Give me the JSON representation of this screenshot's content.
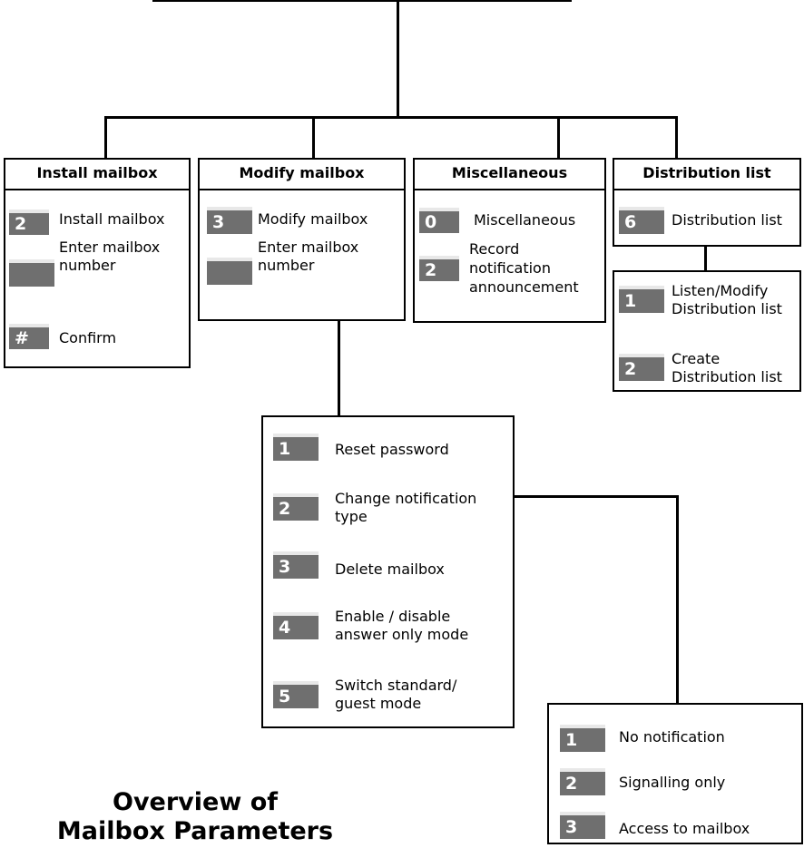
{
  "categories": [
    {
      "id": "install",
      "header": "Install mailbox",
      "items": [
        {
          "key": "2",
          "label": "Install mailbox"
        },
        {
          "key": "",
          "label": "Enter mailbox\nnumber"
        },
        {
          "key": "#",
          "label": "Confirm"
        }
      ]
    },
    {
      "id": "modify",
      "header": "Modify mailbox",
      "items": [
        {
          "key": "3",
          "label": "Modify mailbox"
        },
        {
          "key": "",
          "label": "Enter mailbox\nnumber"
        }
      ]
    },
    {
      "id": "misc",
      "header": "Miscellaneous",
      "items": [
        {
          "key": "0",
          "label": "Miscellaneous"
        },
        {
          "key": "2",
          "label": "Record\nnotification\nannouncement"
        }
      ]
    },
    {
      "id": "dist",
      "header": "Distribution list",
      "items": [
        {
          "key": "6",
          "label": "Distribution list"
        }
      ]
    }
  ],
  "distribution_sub": [
    {
      "key": "1",
      "label": "Listen/Modify\nDistribution list"
    },
    {
      "key": "2",
      "label": "Create\nDistribution list"
    }
  ],
  "modify_sub": [
    {
      "key": "1",
      "label": "Reset password"
    },
    {
      "key": "2",
      "label": "Change notification\ntype"
    },
    {
      "key": "3",
      "label": "Delete mailbox"
    },
    {
      "key": "4",
      "label": "Enable / disable\nanswer only mode"
    },
    {
      "key": "5",
      "label": "Switch standard/\nguest mode"
    }
  ],
  "notification_sub": [
    {
      "key": "1",
      "label": "No notification"
    },
    {
      "key": "2",
      "label": "Signalling only"
    },
    {
      "key": "3",
      "label": "Access to mailbox"
    }
  ],
  "title_line1": "Overview of",
  "title_line2": "Mailbox Parameters"
}
